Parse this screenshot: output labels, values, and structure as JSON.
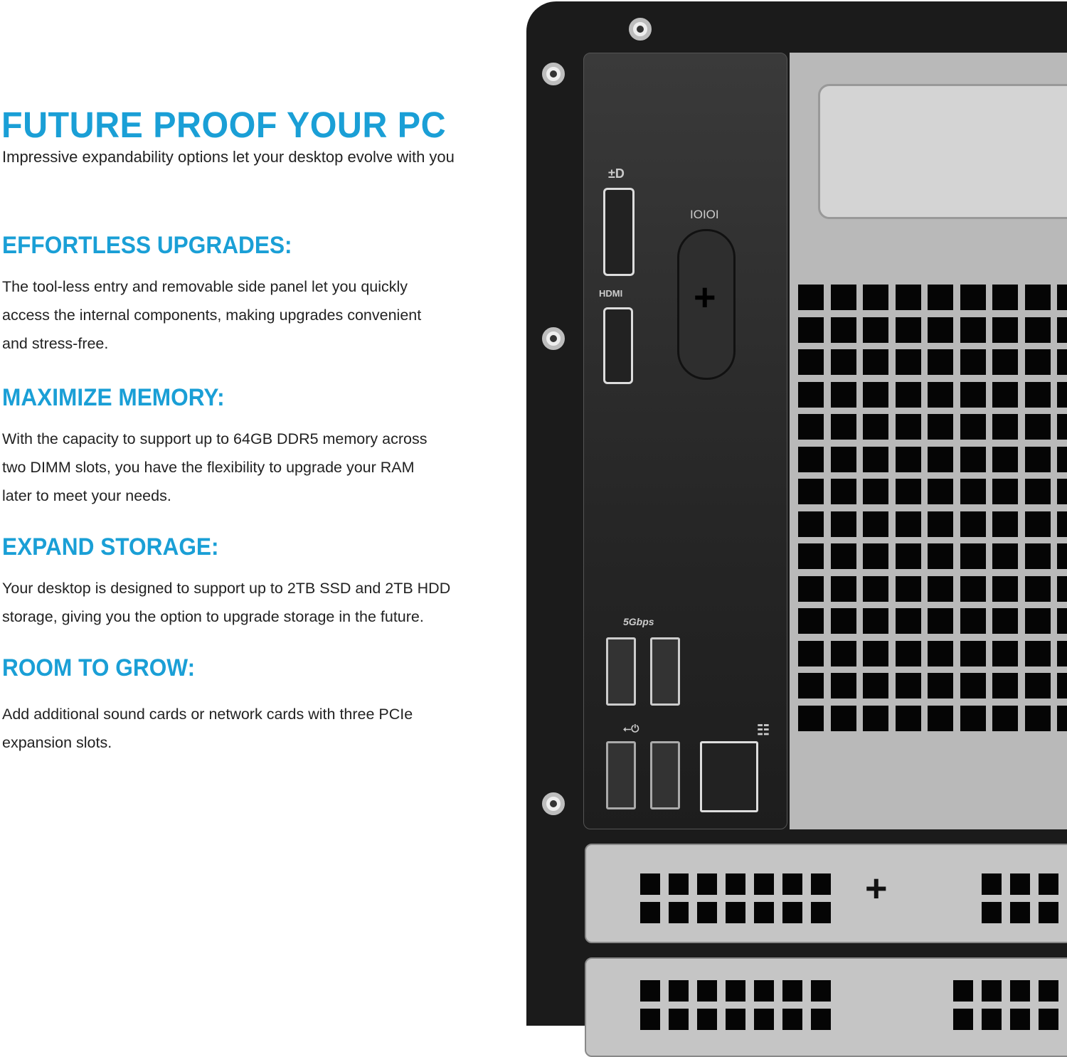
{
  "header": {
    "title": "FUTURE PROOF YOUR PC",
    "subtitle": "Impressive expandability options let your desktop evolve with you"
  },
  "sections": [
    {
      "title": "EFFORTLESS UPGRADES:",
      "lines": [
        "The tool-less entry and removable side panel let you quickly",
        "access the internal components, making upgrades convenient",
        "and stress-free."
      ]
    },
    {
      "title": "MAXIMIZE MEMORY:",
      "lines": [
        "With the capacity to support up to 64GB DDR5 memory across",
        "two DIMM slots, you have the flexibility to upgrade your RAM",
        "later to meet your needs."
      ]
    },
    {
      "title": "EXPAND STORAGE:",
      "lines": [
        "Your desktop is designed to support up to 2TB SSD and 2TB HDD",
        "storage, giving you the option to upgrade storage in the future."
      ]
    },
    {
      "title": "ROOM TO GROW:",
      "lines": [
        "Add additional sound cards or network cards with three PCIe",
        "expansion slots."
      ]
    }
  ],
  "case_labels": {
    "displayport": "±D",
    "hdmi": "HDMI",
    "serial": "IOIOI",
    "usb_speed": "5Gbps",
    "usb_symbol": "⭠⏻",
    "network": "☷"
  },
  "colors": {
    "accent": "#1a9fd6",
    "text": "#222222",
    "case": "#1b1b1b"
  }
}
